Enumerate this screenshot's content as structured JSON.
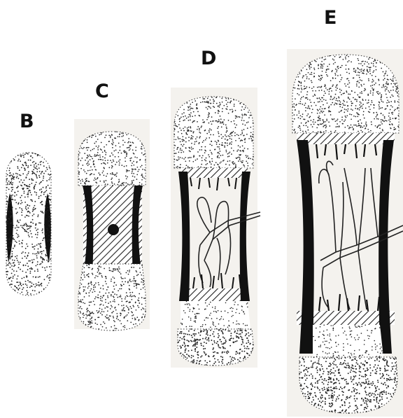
{
  "figure": {
    "stages": [
      {
        "id": "B",
        "label": "B"
      },
      {
        "id": "C",
        "label": "C"
      },
      {
        "id": "D",
        "label": "D"
      },
      {
        "id": "E",
        "label": "E"
      }
    ],
    "colors": {
      "ink": "#111111",
      "paper": "#ffffff",
      "stipple": "#222222",
      "cartilage_panel": "#f4f2ee",
      "hatch": "#222222"
    }
  }
}
